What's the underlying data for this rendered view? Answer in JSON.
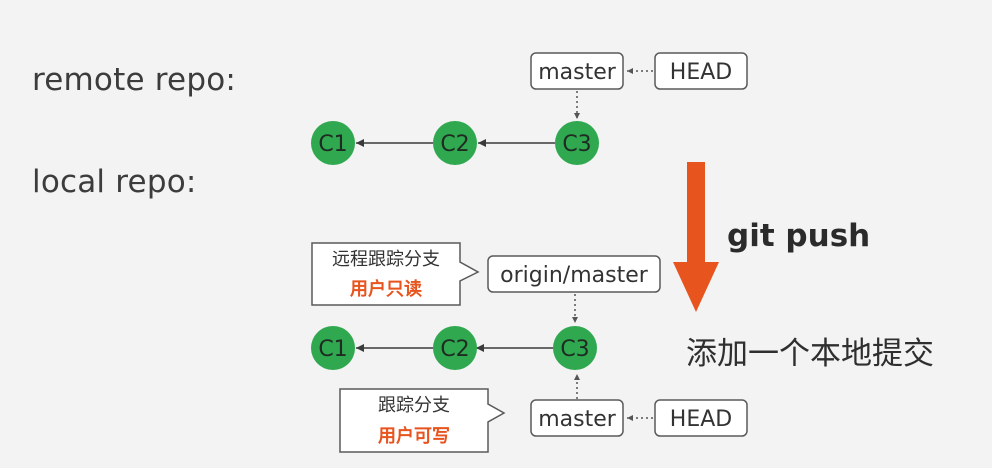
{
  "labels": {
    "remote": "remote repo:",
    "local": "local repo:"
  },
  "remote": {
    "commits": [
      "C1",
      "C2",
      "C3"
    ],
    "branch": "master",
    "head": "HEAD"
  },
  "local": {
    "commits": [
      "C1",
      "C2",
      "C3"
    ],
    "remote_tracking": "origin/master",
    "branch": "master",
    "head": "HEAD"
  },
  "callouts": {
    "remote_tracking": {
      "title": "远程跟踪分支",
      "sub": "用户只读"
    },
    "tracking": {
      "title": "跟踪分支",
      "sub": "用户可写"
    }
  },
  "action": {
    "command": "git push",
    "note": "添加一个本地提交"
  },
  "colors": {
    "commit": "#2fa84f",
    "arrow": "#e8541e",
    "background": "#f3f3f3"
  }
}
